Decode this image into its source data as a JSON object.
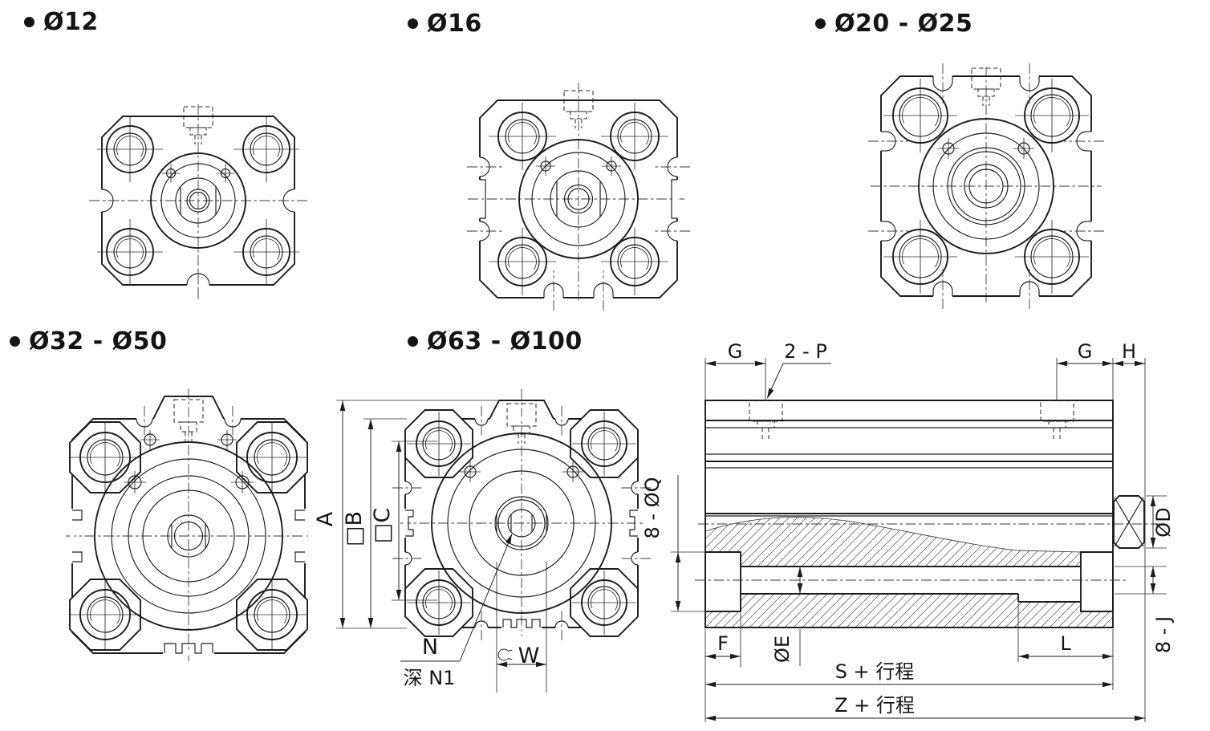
{
  "sections": {
    "s1": {
      "label": "Ø12"
    },
    "s2": {
      "label": "Ø16"
    },
    "s3": {
      "label": "Ø20 - Ø25"
    },
    "s4": {
      "label": "Ø32 - Ø50"
    },
    "s5": {
      "label": "Ø63 - Ø100"
    }
  },
  "front_dims": {
    "a": "A",
    "b": "□B",
    "c": "□C",
    "n": "N",
    "n1": "深 N1",
    "w": "W"
  },
  "section_dims": {
    "g1": "G",
    "p": "2 - P",
    "g2": "G",
    "h": "H",
    "q": "8 - ØQ",
    "d": "ØD",
    "f": "F",
    "e": "ØE",
    "l": "L",
    "j": "8 - J",
    "s": "S + 行程",
    "z": "Z + 行程"
  }
}
